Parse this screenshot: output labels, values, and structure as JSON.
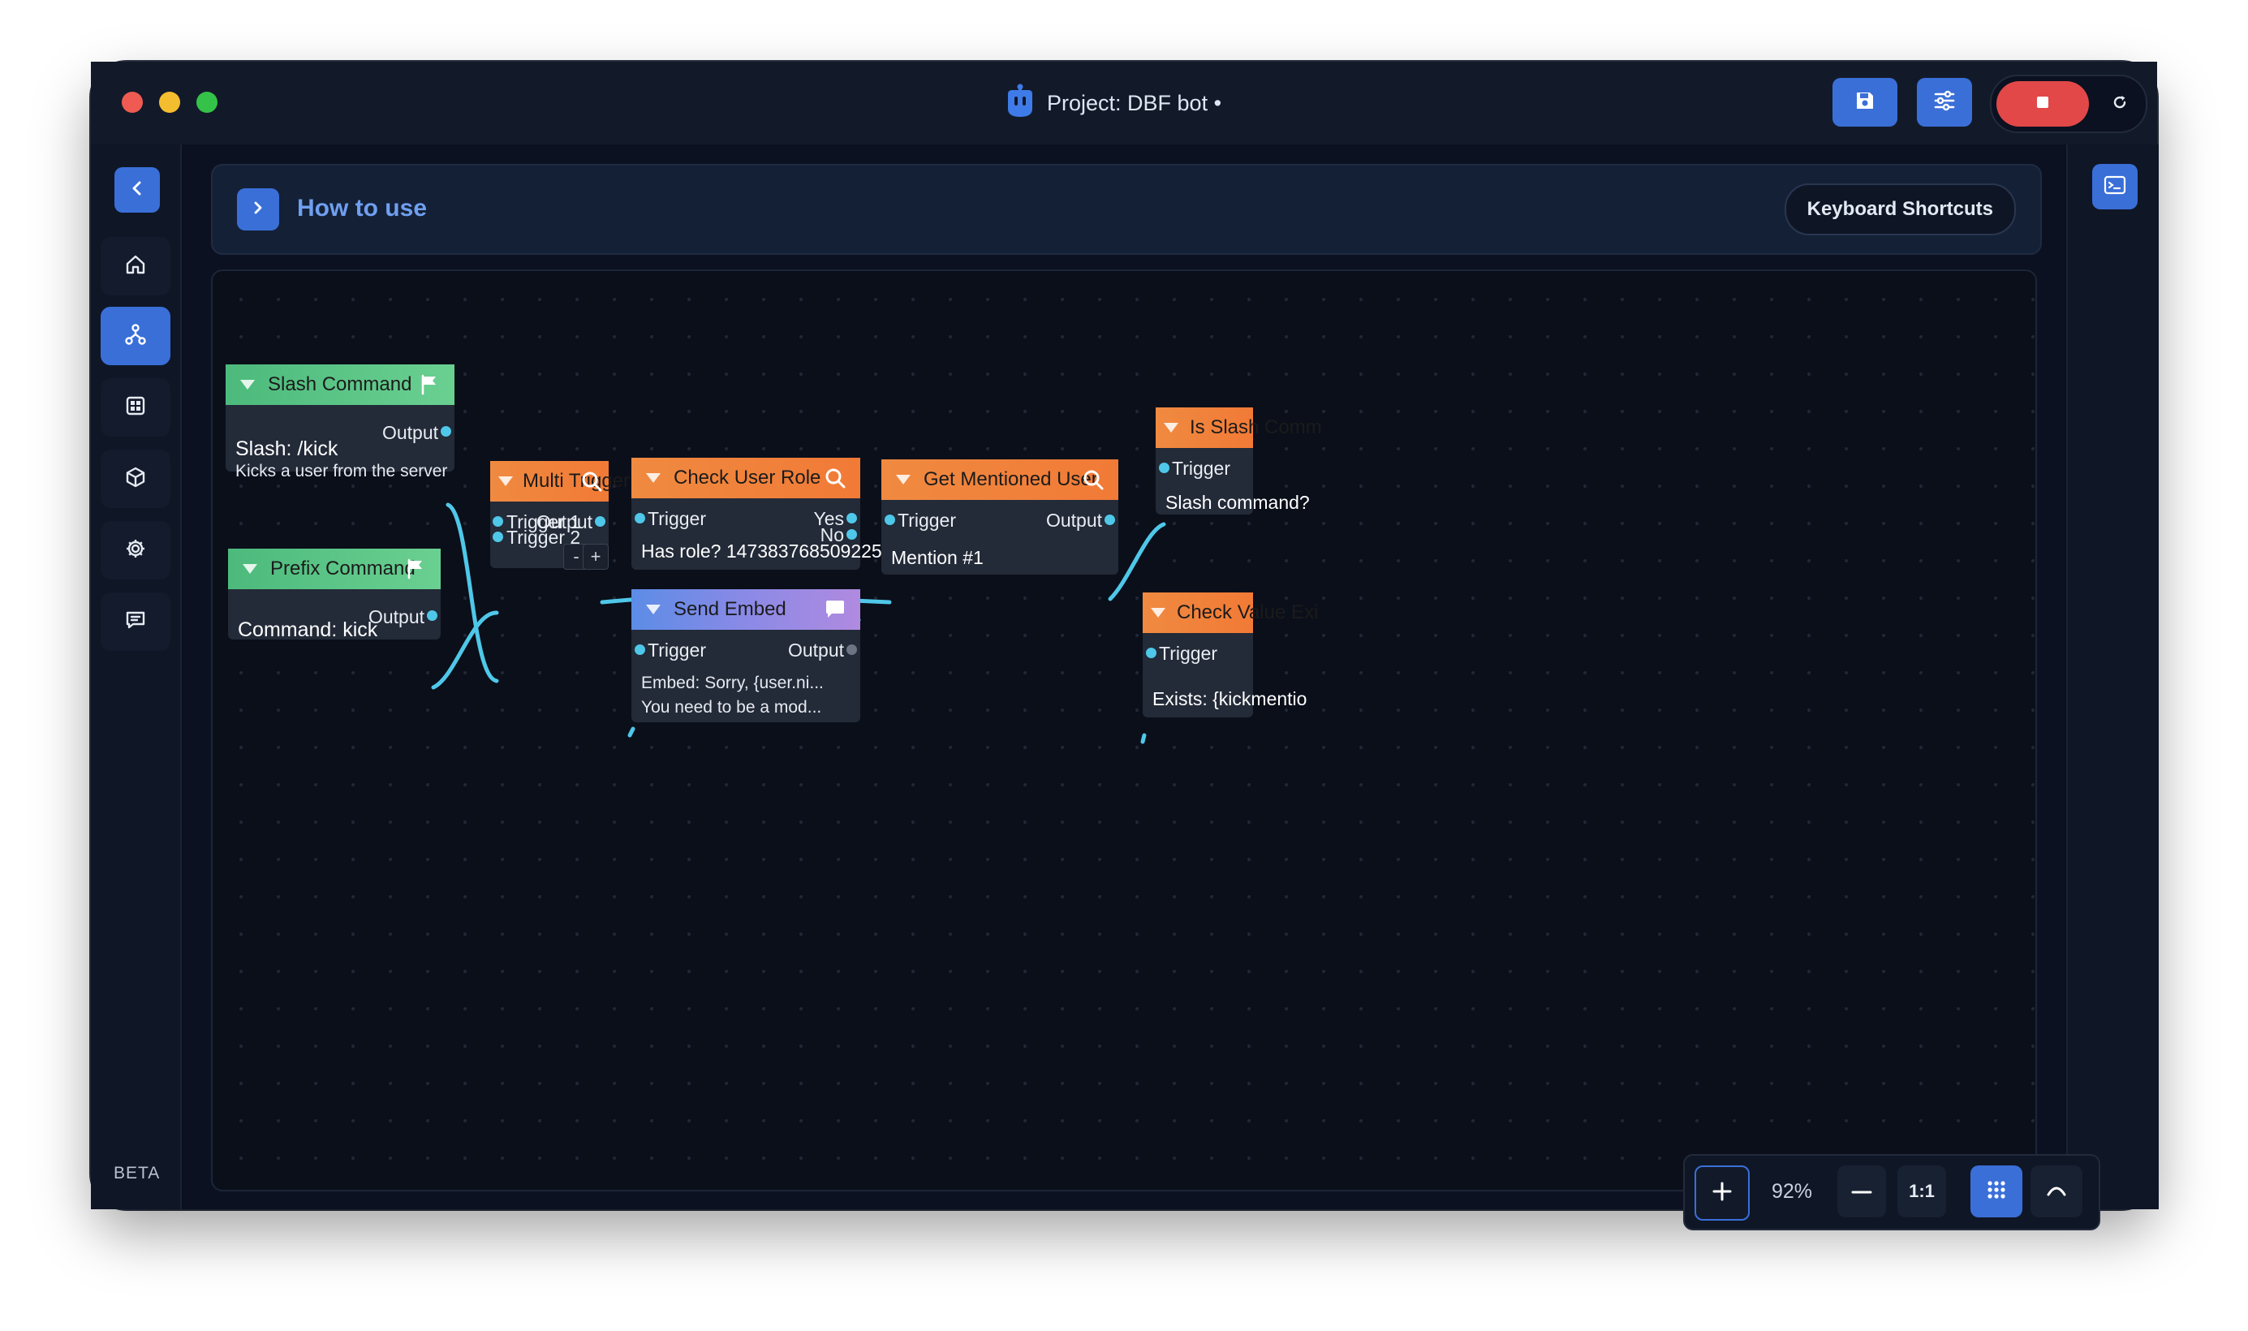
{
  "window": {
    "title": "Project: DBF bot •",
    "logo_icon": "robot-icon"
  },
  "toolbar": {
    "save_icon": "save-icon",
    "settings_icon": "sliders-icon",
    "stop_icon": "stop-icon",
    "reload_icon": "reload-icon"
  },
  "sidebar": {
    "collapse_icon": "chevron-left-icon",
    "items": [
      {
        "icon": "home-icon",
        "active": false
      },
      {
        "icon": "flow-icon",
        "active": true
      },
      {
        "icon": "grid-icon",
        "active": false
      },
      {
        "icon": "cube-icon",
        "active": false
      },
      {
        "icon": "gear-icon",
        "active": false
      },
      {
        "icon": "chat-icon",
        "active": false
      }
    ],
    "beta_label": "BETA"
  },
  "rightbar": {
    "icon": "terminal-icon"
  },
  "howto": {
    "label": "How to use",
    "shortcuts_label": "Keyboard Shortcuts"
  },
  "nodes": {
    "slash_command": {
      "title": "Slash Command",
      "output": "Output",
      "main": "Slash: /kick",
      "sub": "Kicks a user from the server"
    },
    "prefix_command": {
      "title": "Prefix Command",
      "output": "Output",
      "main": "Command: kick"
    },
    "multi_trigger": {
      "title": "Multi Trigger",
      "input1": "Trigger 1",
      "input2": "Trigger 2",
      "output": "Output",
      "minus": "-",
      "plus": "+"
    },
    "check_user_role": {
      "title": "Check User Role",
      "input": "Trigger",
      "yes": "Yes",
      "no": "No",
      "main": "Has role? 147383768509225..."
    },
    "send_embed": {
      "title": "Send Embed",
      "input": "Trigger",
      "output": "Output",
      "line1": "Embed: Sorry, {user.ni...",
      "line2": "You need to be a mod..."
    },
    "get_mentioned_user": {
      "title": "Get Mentioned User",
      "input": "Trigger",
      "output": "Output",
      "main": "Mention #1"
    },
    "is_slash_command": {
      "title": "Is Slash Comm",
      "input": "Trigger",
      "main": "Slash command?"
    },
    "check_value_exists": {
      "title": "Check Value Exi",
      "input": "Trigger",
      "main": "Exists: {kickmentio"
    }
  },
  "zoom": {
    "plus": "+",
    "level": "92%",
    "minus": "—",
    "reset": "1:1"
  },
  "colors": {
    "accent": "#3a6fd8",
    "wire": "#4fc7e8",
    "event_header": "#4cba7c",
    "action_header": "#f08a40",
    "stop": "#e24848"
  }
}
